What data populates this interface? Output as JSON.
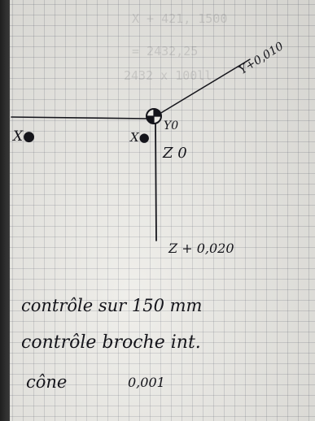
{
  "sketch": {
    "axes": {
      "x_left": "X●",
      "x_origin": "X●",
      "y_origin": "Y0",
      "z_origin": "Z 0",
      "y_end": "Y+0,010",
      "z_end": "Z + 0,020"
    },
    "notes": [
      "contrôle sur 150 mm",
      "contrôle broche int.",
      "cône"
    ],
    "cone_value": "0,001"
  },
  "colors": {
    "paper": "#ecebe6",
    "ink": "#15151b",
    "grid": "#5a5f6e"
  }
}
